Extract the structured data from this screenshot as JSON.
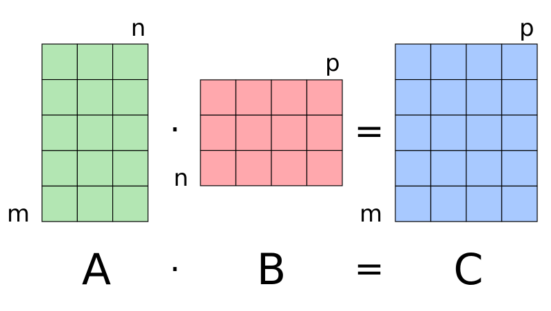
{
  "matrices": [
    {
      "id": "a",
      "name": "A",
      "rows": 5,
      "cols": 3,
      "fill": "#b3e6b3",
      "row_dim_label": "m",
      "col_dim_label": "n"
    },
    {
      "id": "b",
      "name": "B",
      "rows": 3,
      "cols": 4,
      "fill": "#ffa8ad",
      "row_dim_label": "n",
      "col_dim_label": "p"
    },
    {
      "id": "c",
      "name": "C",
      "rows": 5,
      "cols": 4,
      "fill": "#a8c9ff",
      "row_dim_label": "m",
      "col_dim_label": "p"
    }
  ],
  "operators": {
    "multiply": "·",
    "equals": "="
  },
  "colors": {
    "grid_line": "#000000",
    "text": "#000000",
    "background": "#ffffff"
  }
}
